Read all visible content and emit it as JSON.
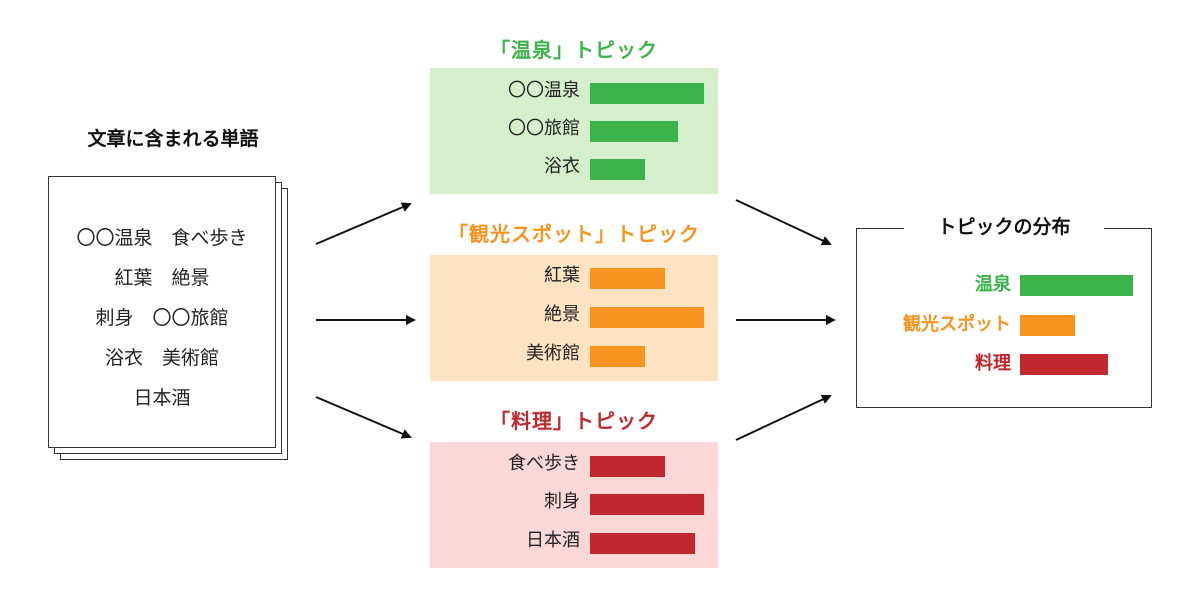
{
  "colors": {
    "onsen": "#3bb34a",
    "onsen_bg": "#d5eecb",
    "kanko": "#f7931e",
    "kanko_bg": "#fde3c2",
    "ryori": "#c1272d",
    "ryori_bg": "#fbd8d8",
    "ink": "#222222"
  },
  "document": {
    "title": "文章に含まれる単語",
    "lines": [
      "〇〇温泉　食べ歩き",
      "紅葉　絶景",
      "刺身　〇〇旅館",
      "浴衣　美術館",
      "日本酒"
    ]
  },
  "topics": [
    {
      "title": "「温泉」トピック",
      "words": [
        {
          "label": "〇〇温泉",
          "weight": 1.0
        },
        {
          "label": "〇〇旅館",
          "weight": 0.77
        },
        {
          "label": "浴衣",
          "weight": 0.48
        }
      ]
    },
    {
      "title": "「観光スポット」トピック",
      "words": [
        {
          "label": "紅葉",
          "weight": 0.66
        },
        {
          "label": "絶景",
          "weight": 1.0
        },
        {
          "label": "美術館",
          "weight": 0.48
        }
      ]
    },
    {
      "title": "「料理」トピック",
      "words": [
        {
          "label": "食べ歩き",
          "weight": 0.66
        },
        {
          "label": "刺身",
          "weight": 1.0
        },
        {
          "label": "日本酒",
          "weight": 0.92
        }
      ]
    }
  ],
  "distribution": {
    "title": "トピックの分布",
    "items": [
      {
        "label": "温泉",
        "weight": 1.0
      },
      {
        "label": "観光スポット",
        "weight": 0.49
      },
      {
        "label": "料理",
        "weight": 0.78
      }
    ]
  }
}
